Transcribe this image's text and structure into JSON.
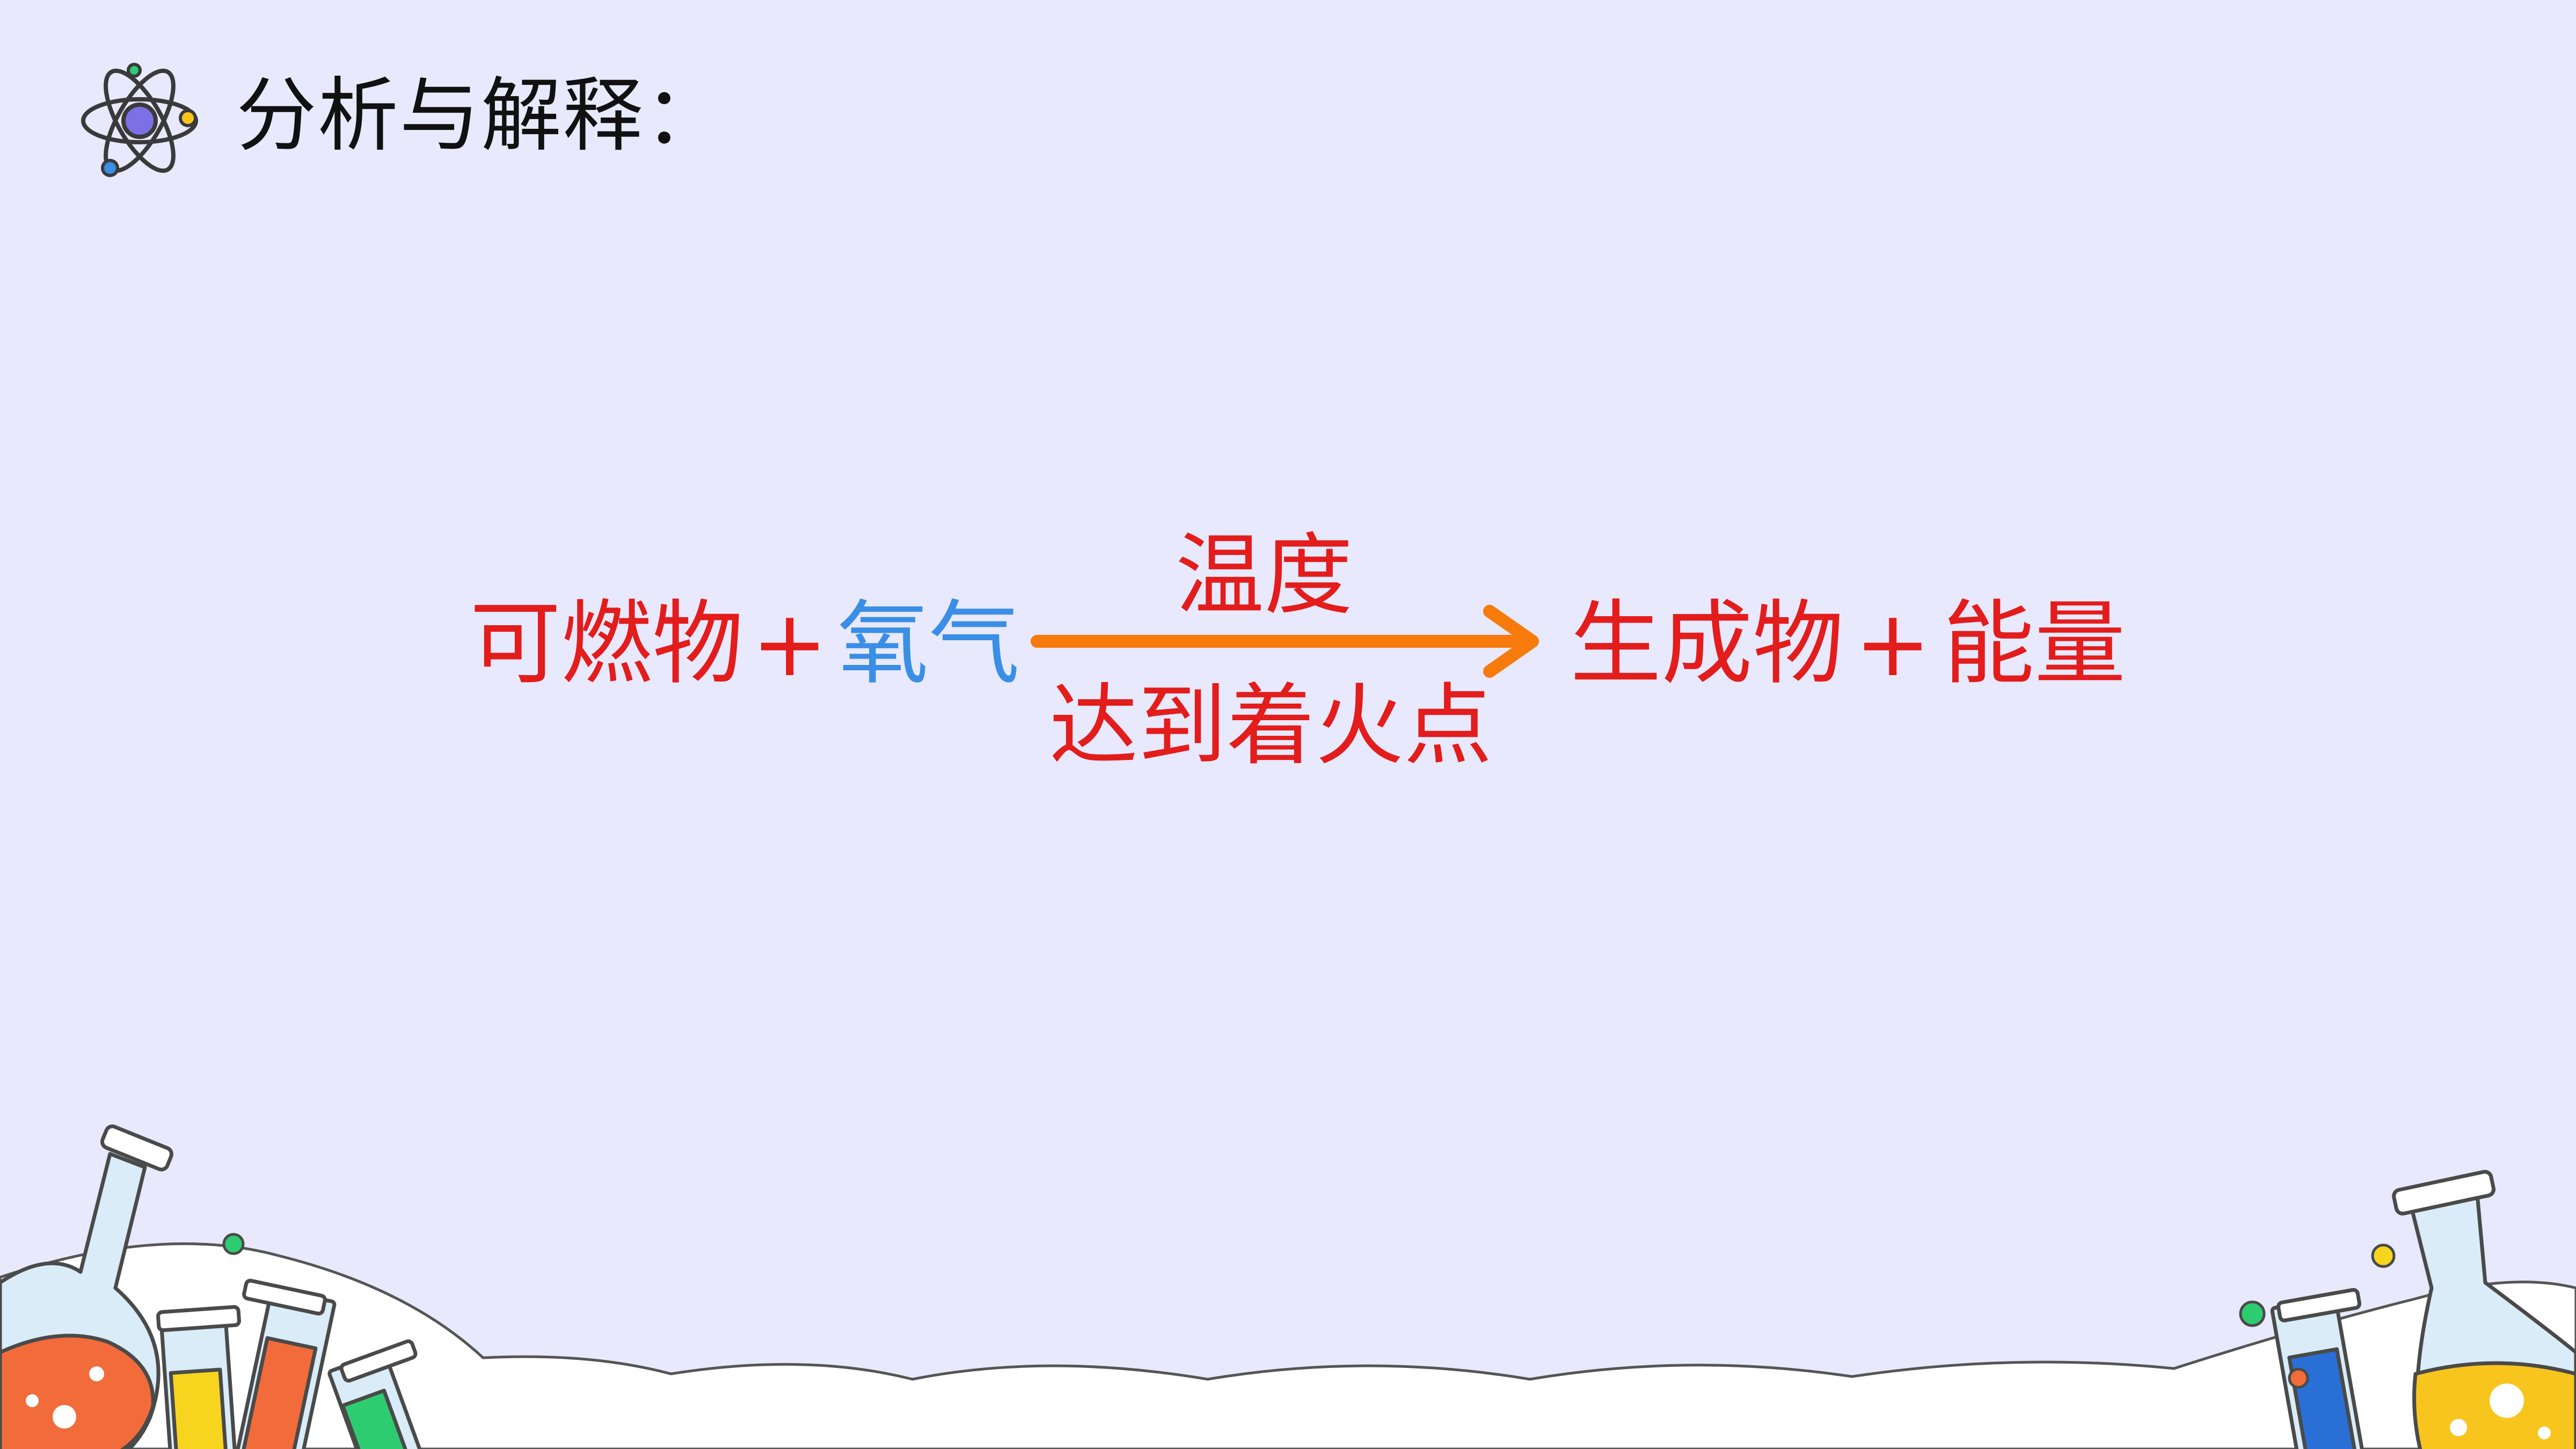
{
  "header": {
    "title": "分析与解释："
  },
  "equation": {
    "reactant_1": "可燃物",
    "plus_1": "+",
    "reactant_2": "氧气",
    "condition_top": "温度",
    "condition_bottom": "达到着火点",
    "product_1": "生成物",
    "plus_2": "+",
    "product_2": "能量"
  },
  "colors": {
    "background": "#e8e9fd",
    "red_text": "#e31c1c",
    "blue_text": "#3a8ee6",
    "arrow": "#f77a0c",
    "outline": "#4a4a4a"
  },
  "icons": {
    "header_icon": "atom-icon",
    "decor_left": "lab-glassware-left",
    "decor_right": "lab-glassware-right"
  }
}
